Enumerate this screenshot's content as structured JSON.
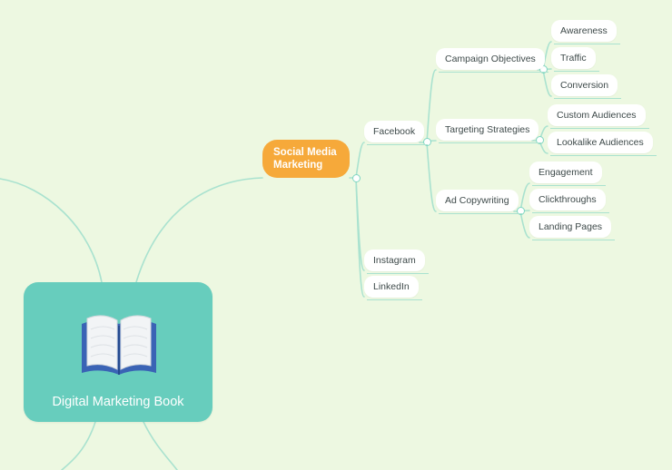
{
  "central": {
    "title": "Digital Marketing Book",
    "icon": "open-book-icon"
  },
  "main_topic": {
    "line1": "Social Media",
    "line2": "Marketing",
    "color": "#f6a93a"
  },
  "facebook": {
    "label": "Facebook"
  },
  "campaign_objectives": {
    "label": "Campaign Objectives",
    "items": [
      "Awareness",
      "Traffic",
      "Conversion"
    ]
  },
  "targeting_strategies": {
    "label": "Targeting Strategies",
    "items": [
      "Custom Audiences",
      "Lookalike Audiences"
    ]
  },
  "ad_copywriting": {
    "label": "Ad Copywriting",
    "items": [
      "Engagement",
      "Clickthroughs",
      "Landing Pages"
    ]
  },
  "instagram": {
    "label": "Instagram"
  },
  "linkedin": {
    "label": "LinkedIn"
  },
  "colors": {
    "background": "#edf8e1",
    "central": "#67cdbd",
    "branch": "#a9e2cf"
  }
}
